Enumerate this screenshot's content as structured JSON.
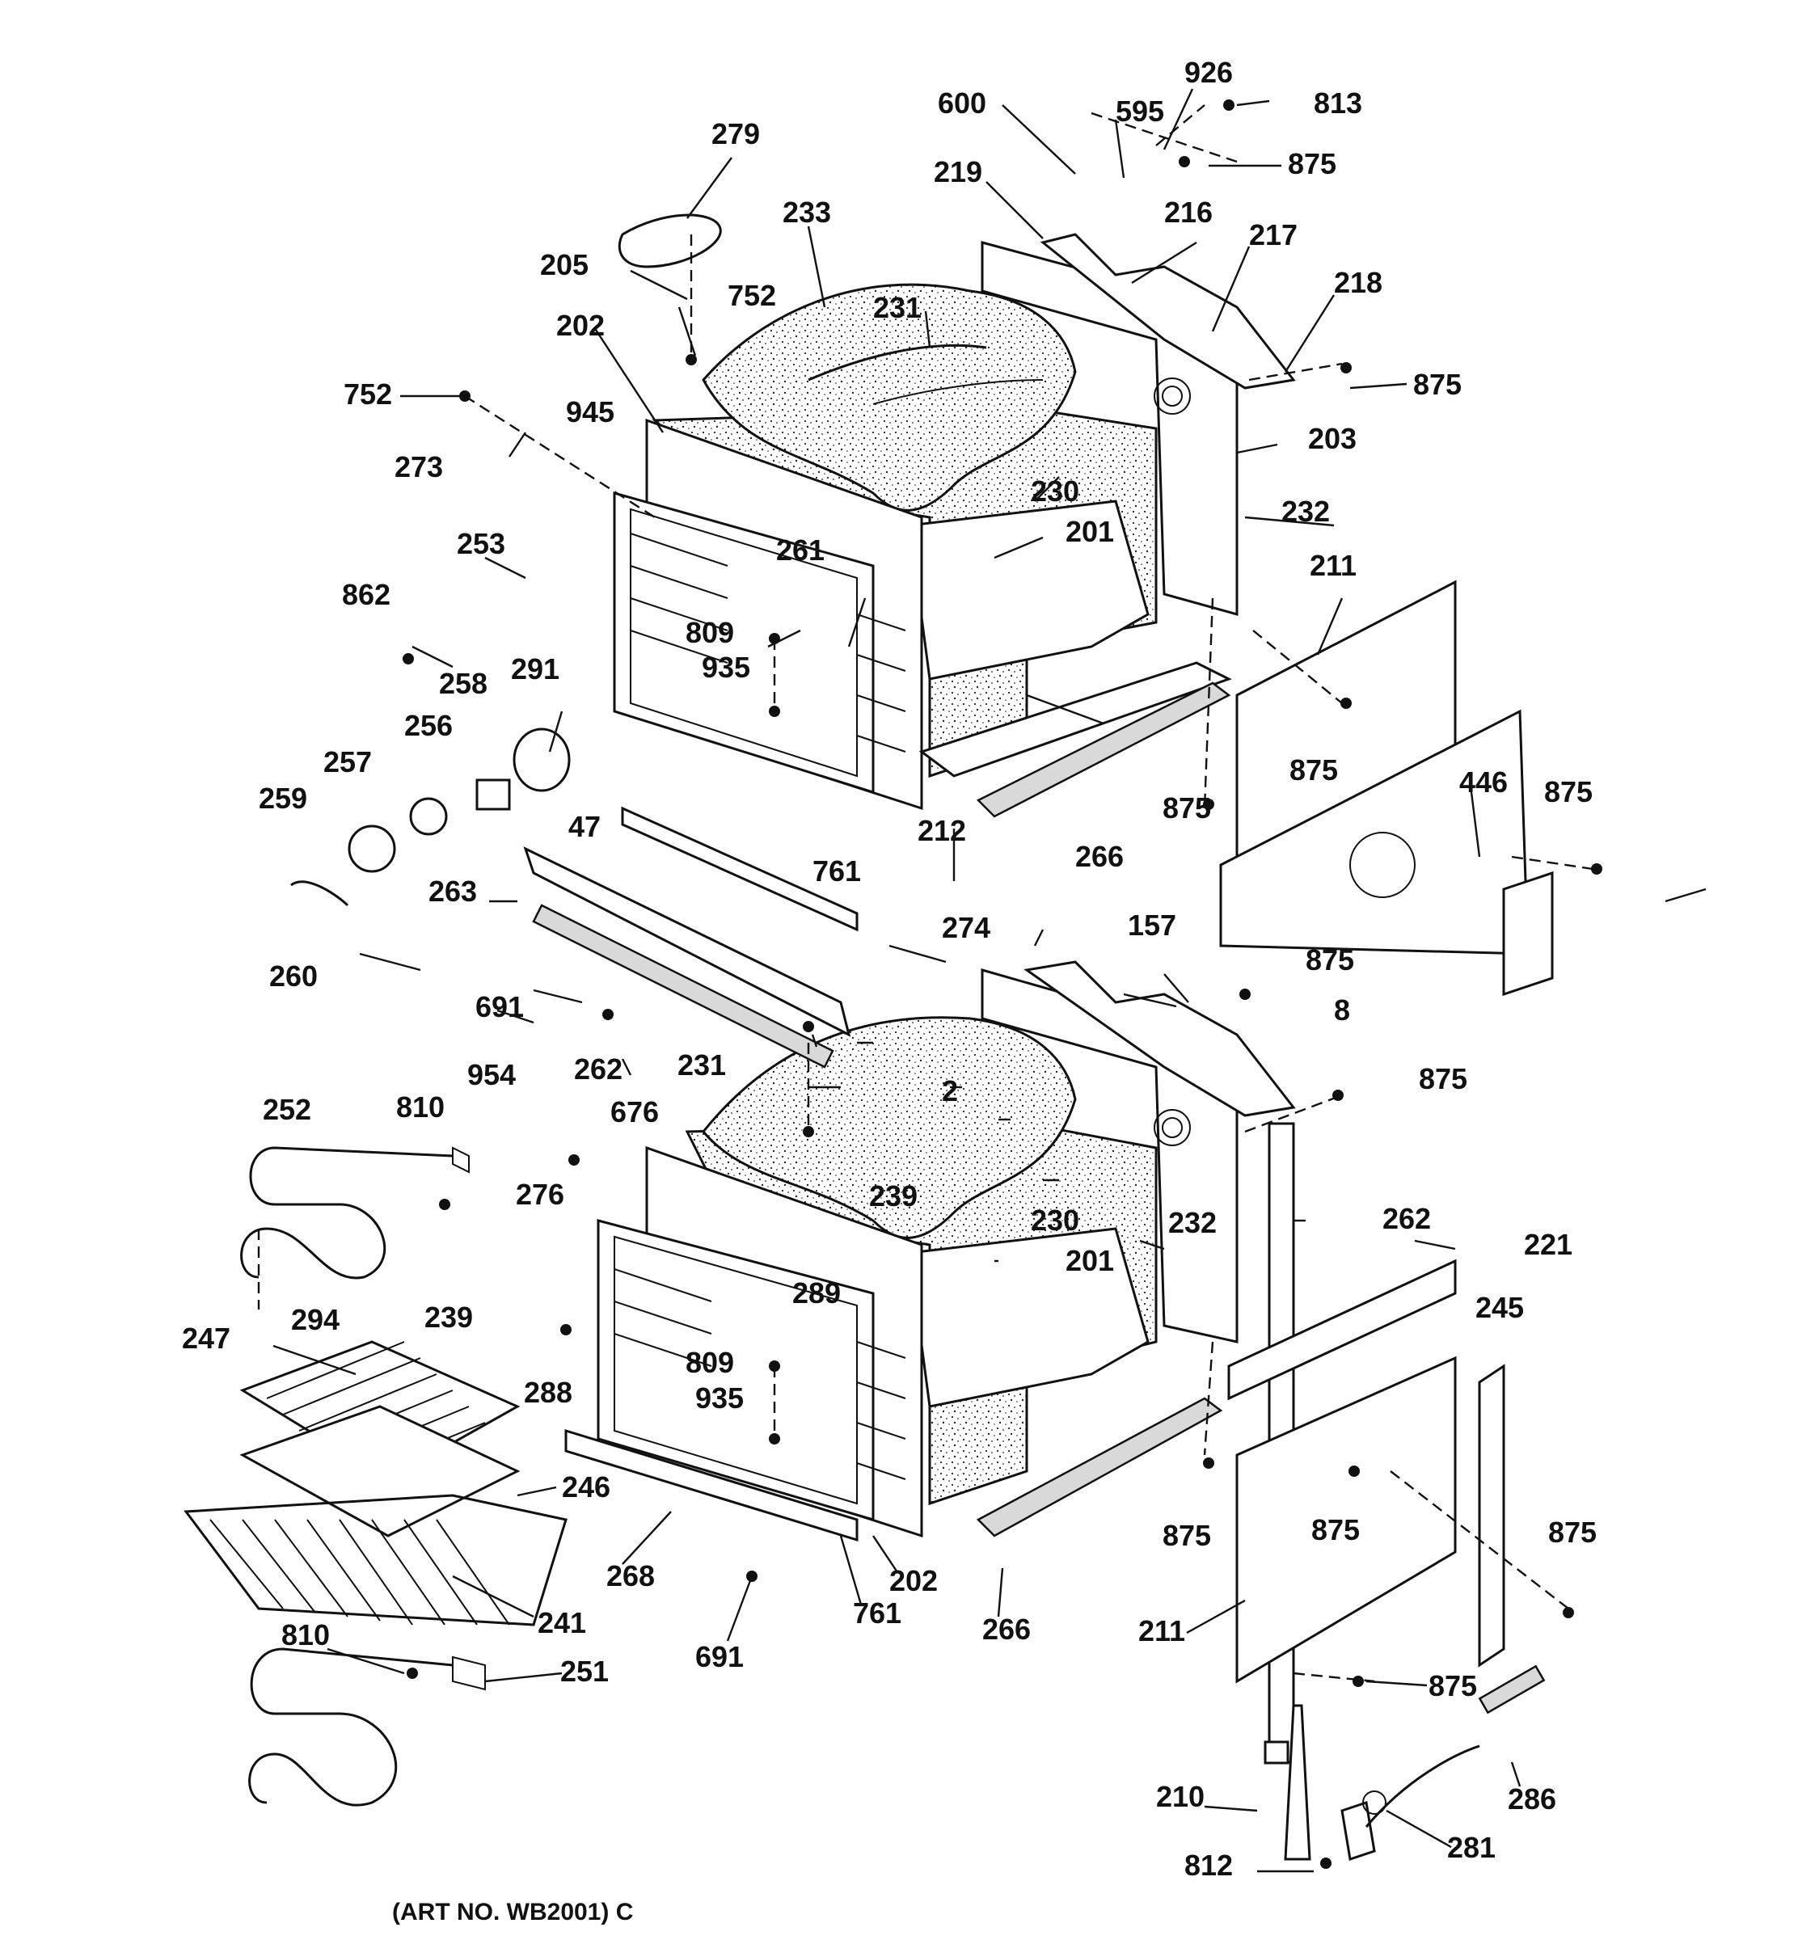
{
  "caption": "(ART NO. WB2001) C",
  "labels": [
    {
      "id": "600",
      "text": "600"
    },
    {
      "id": "926",
      "text": "926"
    },
    {
      "id": "813",
      "text": "813"
    },
    {
      "id": "595",
      "text": "595"
    },
    {
      "id": "875a",
      "text": "875"
    },
    {
      "id": "279",
      "text": "279"
    },
    {
      "id": "219",
      "text": "219"
    },
    {
      "id": "233",
      "text": "233"
    },
    {
      "id": "216",
      "text": "216"
    },
    {
      "id": "217",
      "text": "217"
    },
    {
      "id": "205",
      "text": "205"
    },
    {
      "id": "752a",
      "text": "752"
    },
    {
      "id": "231a",
      "text": "231"
    },
    {
      "id": "218",
      "text": "218"
    },
    {
      "id": "202a",
      "text": "202"
    },
    {
      "id": "875b",
      "text": "875"
    },
    {
      "id": "752b",
      "text": "752"
    },
    {
      "id": "945",
      "text": "945"
    },
    {
      "id": "203",
      "text": "203"
    },
    {
      "id": "273",
      "text": "273"
    },
    {
      "id": "230a",
      "text": "230"
    },
    {
      "id": "232a",
      "text": "232"
    },
    {
      "id": "201a",
      "text": "201"
    },
    {
      "id": "253",
      "text": "253"
    },
    {
      "id": "261",
      "text": "261"
    },
    {
      "id": "211a",
      "text": "211"
    },
    {
      "id": "862",
      "text": "862"
    },
    {
      "id": "809a",
      "text": "809"
    },
    {
      "id": "291",
      "text": "291"
    },
    {
      "id": "935a",
      "text": "935"
    },
    {
      "id": "258",
      "text": "258"
    },
    {
      "id": "256",
      "text": "256"
    },
    {
      "id": "875c",
      "text": "875"
    },
    {
      "id": "257",
      "text": "257"
    },
    {
      "id": "446",
      "text": "446"
    },
    {
      "id": "875d",
      "text": "875"
    },
    {
      "id": "259",
      "text": "259"
    },
    {
      "id": "875e",
      "text": "875"
    },
    {
      "id": "212",
      "text": "212"
    },
    {
      "id": "266a",
      "text": "266"
    },
    {
      "id": "47",
      "text": "47"
    },
    {
      "id": "761a",
      "text": "761"
    },
    {
      "id": "263",
      "text": "263"
    },
    {
      "id": "274",
      "text": "274"
    },
    {
      "id": "157",
      "text": "157"
    },
    {
      "id": "260",
      "text": "260"
    },
    {
      "id": "875f",
      "text": "875"
    },
    {
      "id": "691a",
      "text": "691"
    },
    {
      "id": "8",
      "text": "8"
    },
    {
      "id": "262a",
      "text": "262"
    },
    {
      "id": "231b",
      "text": "231"
    },
    {
      "id": "954",
      "text": "954"
    },
    {
      "id": "810a",
      "text": "810"
    },
    {
      "id": "875g",
      "text": "875"
    },
    {
      "id": "2",
      "text": "2"
    },
    {
      "id": "252",
      "text": "252"
    },
    {
      "id": "676",
      "text": "676"
    },
    {
      "id": "276",
      "text": "276"
    },
    {
      "id": "239a",
      "text": "239"
    },
    {
      "id": "230b",
      "text": "230"
    },
    {
      "id": "232b",
      "text": "232"
    },
    {
      "id": "262b",
      "text": "262"
    },
    {
      "id": "221",
      "text": "221"
    },
    {
      "id": "201b",
      "text": "201"
    },
    {
      "id": "289",
      "text": "289"
    },
    {
      "id": "294",
      "text": "294"
    },
    {
      "id": "239b",
      "text": "239"
    },
    {
      "id": "245",
      "text": "245"
    },
    {
      "id": "247",
      "text": "247"
    },
    {
      "id": "809b",
      "text": "809"
    },
    {
      "id": "288",
      "text": "288"
    },
    {
      "id": "935b",
      "text": "935"
    },
    {
      "id": "246",
      "text": "246"
    },
    {
      "id": "875h",
      "text": "875"
    },
    {
      "id": "875i",
      "text": "875"
    },
    {
      "id": "875j",
      "text": "875"
    },
    {
      "id": "268",
      "text": "268"
    },
    {
      "id": "202b",
      "text": "202"
    },
    {
      "id": "761b",
      "text": "761"
    },
    {
      "id": "241",
      "text": "241"
    },
    {
      "id": "266b",
      "text": "266"
    },
    {
      "id": "211b",
      "text": "211"
    },
    {
      "id": "810b",
      "text": "810"
    },
    {
      "id": "691b",
      "text": "691"
    },
    {
      "id": "251",
      "text": "251"
    },
    {
      "id": "875k",
      "text": "875"
    },
    {
      "id": "210",
      "text": "210"
    },
    {
      "id": "286",
      "text": "286"
    },
    {
      "id": "281",
      "text": "281"
    },
    {
      "id": "812",
      "text": "812"
    }
  ]
}
